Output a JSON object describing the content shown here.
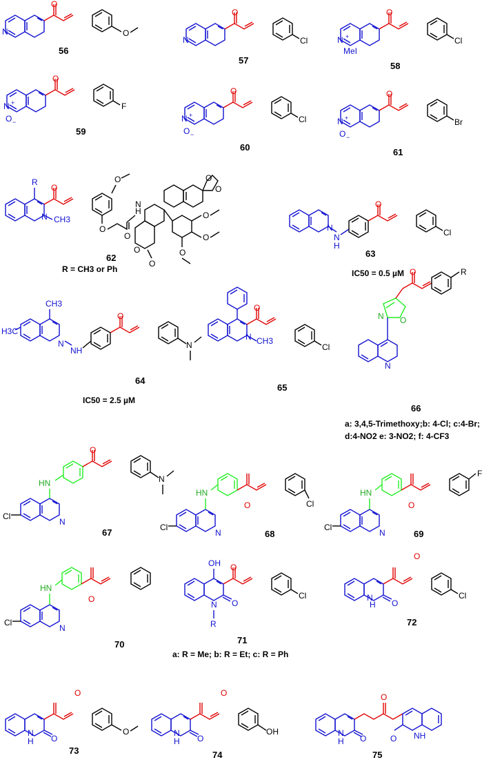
{
  "compounds": [
    {
      "id": "c56",
      "label": "56"
    },
    {
      "id": "c57",
      "label": "57"
    },
    {
      "id": "c58",
      "label": "58"
    },
    {
      "id": "c59",
      "label": "59"
    },
    {
      "id": "c60",
      "label": "60"
    },
    {
      "id": "c61",
      "label": "61"
    },
    {
      "id": "c62",
      "label": "62"
    },
    {
      "id": "c63",
      "label": "63"
    },
    {
      "id": "c64",
      "label": "64"
    },
    {
      "id": "c65",
      "label": "65"
    },
    {
      "id": "c66",
      "label": "66"
    },
    {
      "id": "c67",
      "label": "67"
    },
    {
      "id": "c68",
      "label": "68"
    },
    {
      "id": "c69",
      "label": "69"
    },
    {
      "id": "c70",
      "label": "70"
    },
    {
      "id": "c71",
      "label": "71"
    },
    {
      "id": "c72",
      "label": "72"
    },
    {
      "id": "c73",
      "label": "73"
    },
    {
      "id": "c74",
      "label": "74"
    },
    {
      "id": "c75",
      "label": "75"
    }
  ],
  "captions": {
    "c62": "R = CH3 or Ph",
    "c63": "IC50 = 0.5 µM",
    "c64": "IC50 = 2.5 µM",
    "c66_line1": "a: 3,4,5-Trimethoxy;b: 4-Cl; c:4-Br;",
    "c66_line2": "d:4-NO2 e: 3-NO2; f: 4-CF3",
    "c71": "a: R = Me; b: R = Et;  c: R = Ph"
  },
  "atoms": {
    "N": "N",
    "O": "O",
    "Cl": "Cl",
    "F": "F",
    "Br": "Br",
    "MeI": "MeI",
    "H": "H",
    "NH": "NH",
    "HN": "HN",
    "OH": "OH",
    "R": "R",
    "CH3": "CH3",
    "H3C": "H3C",
    "plus": "+",
    "minus": "−"
  },
  "colors": {
    "quinoline": "#1010d0",
    "enone": "#e00000",
    "aryl": "#000000",
    "linker": "#22ee22"
  }
}
